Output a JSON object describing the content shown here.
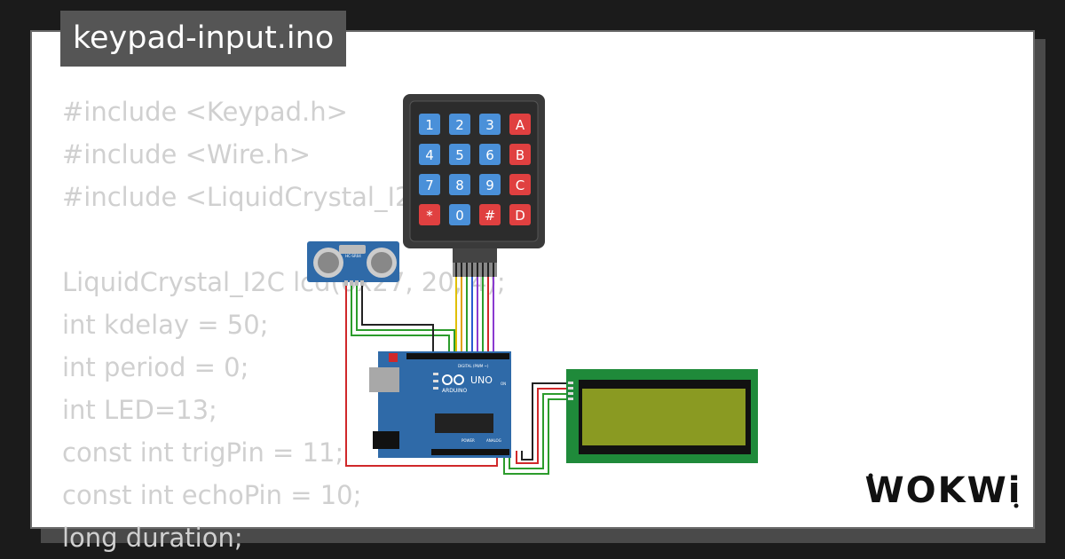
{
  "file_title": "keypad-input.ino",
  "code_lines": [
    "#include <Keypad.h>",
    "#include <Wire.h>",
    "#include <LiquidCrystal_I2C.h>",
    "",
    "LiquidCrystal_I2C lcd(0x27, 20, 4);",
    "int kdelay = 50;",
    "int period = 0;",
    "int LED=13;",
    "const int trigPin = 11;",
    "const int echoPin = 10;",
    "long duration;"
  ],
  "keypad": {
    "keys": [
      "1",
      "2",
      "3",
      "A",
      "4",
      "5",
      "6",
      "B",
      "7",
      "8",
      "9",
      "C",
      "*",
      "0",
      "#",
      "D"
    ]
  },
  "arduino": {
    "brand": "ARDUINO",
    "model": "UNO",
    "digital_label": "DIGITAL (PWM ~)",
    "power_label": "POWER",
    "analog_label": "ANALOG",
    "on_label": "ON"
  },
  "sensor": {
    "label": "HC-SR04"
  },
  "logo": {
    "text": "WOKWi"
  },
  "colors": {
    "background": "#1b1b1b",
    "card": "#ffffff",
    "title_bg": "#555555",
    "code_text": "#d0d0d0",
    "keypad_body": "#3a3a3a",
    "key_blue": "#4a90d9",
    "key_red": "#e04040",
    "arduino_blue": "#2f6aa8",
    "lcd_board": "#1f8a3a",
    "lcd_screen": "#8a9a22",
    "wire_red": "#d0282a",
    "wire_green": "#2c9c2c",
    "wire_black": "#222222"
  }
}
